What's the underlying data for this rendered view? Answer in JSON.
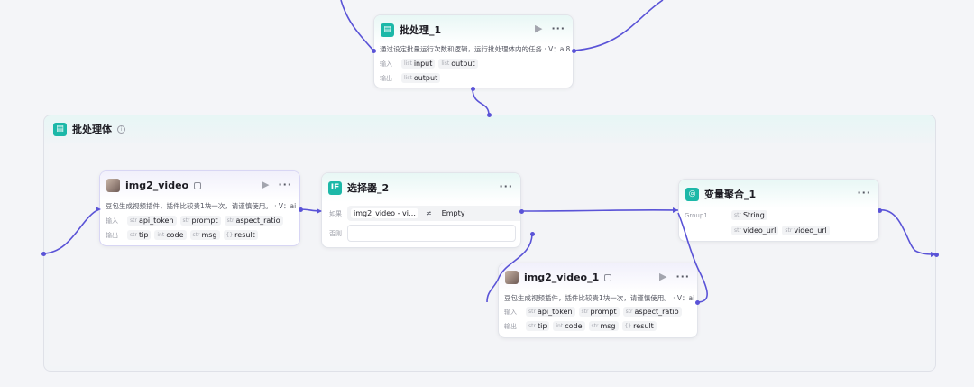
{
  "batch": {
    "title": "批处理_1",
    "description": "通过设定批量运行次数和逻辑，运行批处理体内的任务 · V：ai8…",
    "input_label": "输入",
    "inputs": [
      {
        "type": "list",
        "name": "input"
      },
      {
        "type": "list",
        "name": "output"
      }
    ],
    "output_label": "输出",
    "outputs": [
      {
        "type": "list",
        "name": "output"
      }
    ]
  },
  "batch_body": {
    "title": "批处理体"
  },
  "img2_video": {
    "title": "img2_video",
    "description": "豆包生成视频插件，插件比较贵1块一次，请谨慎使用。 · V：ai…",
    "input_label": "输入",
    "inputs": [
      {
        "type": "str",
        "name": "api_token"
      },
      {
        "type": "str",
        "name": "prompt"
      },
      {
        "type": "str",
        "name": "aspect_ratio"
      }
    ],
    "output_label": "输出",
    "outputs": [
      {
        "type": "str",
        "name": "tip"
      },
      {
        "type": "int",
        "name": "code"
      },
      {
        "type": "str",
        "name": "msg"
      },
      {
        "type": "{}",
        "name": "result"
      }
    ]
  },
  "selector": {
    "title": "选择器_2",
    "if_label": "如果",
    "condition_left": "img2_video - vi…",
    "operator": "≠",
    "condition_right": "Empty",
    "else_label": "否则"
  },
  "aggregate": {
    "title": "变量聚合_1",
    "group_label": "Group1",
    "group_type": {
      "type": "str",
      "name": "String"
    },
    "vars": [
      {
        "type": "str",
        "name": "video_url"
      },
      {
        "type": "str",
        "name": "video_url"
      }
    ]
  },
  "img2_video_1": {
    "title": "img2_video_1",
    "description": "豆包生成视频插件，插件比较贵1块一次，请谨慎使用。 · V：ai…",
    "input_label": "输入",
    "inputs": [
      {
        "type": "str",
        "name": "api_token"
      },
      {
        "type": "str",
        "name": "prompt"
      },
      {
        "type": "str",
        "name": "aspect_ratio"
      }
    ],
    "output_label": "输出",
    "outputs": [
      {
        "type": "str",
        "name": "tip"
      },
      {
        "type": "int",
        "name": "code"
      },
      {
        "type": "str",
        "name": "msg"
      },
      {
        "type": "{}",
        "name": "result"
      }
    ]
  },
  "colors": {
    "accent": "#5a53d7",
    "teal": "#1cb8a8"
  }
}
